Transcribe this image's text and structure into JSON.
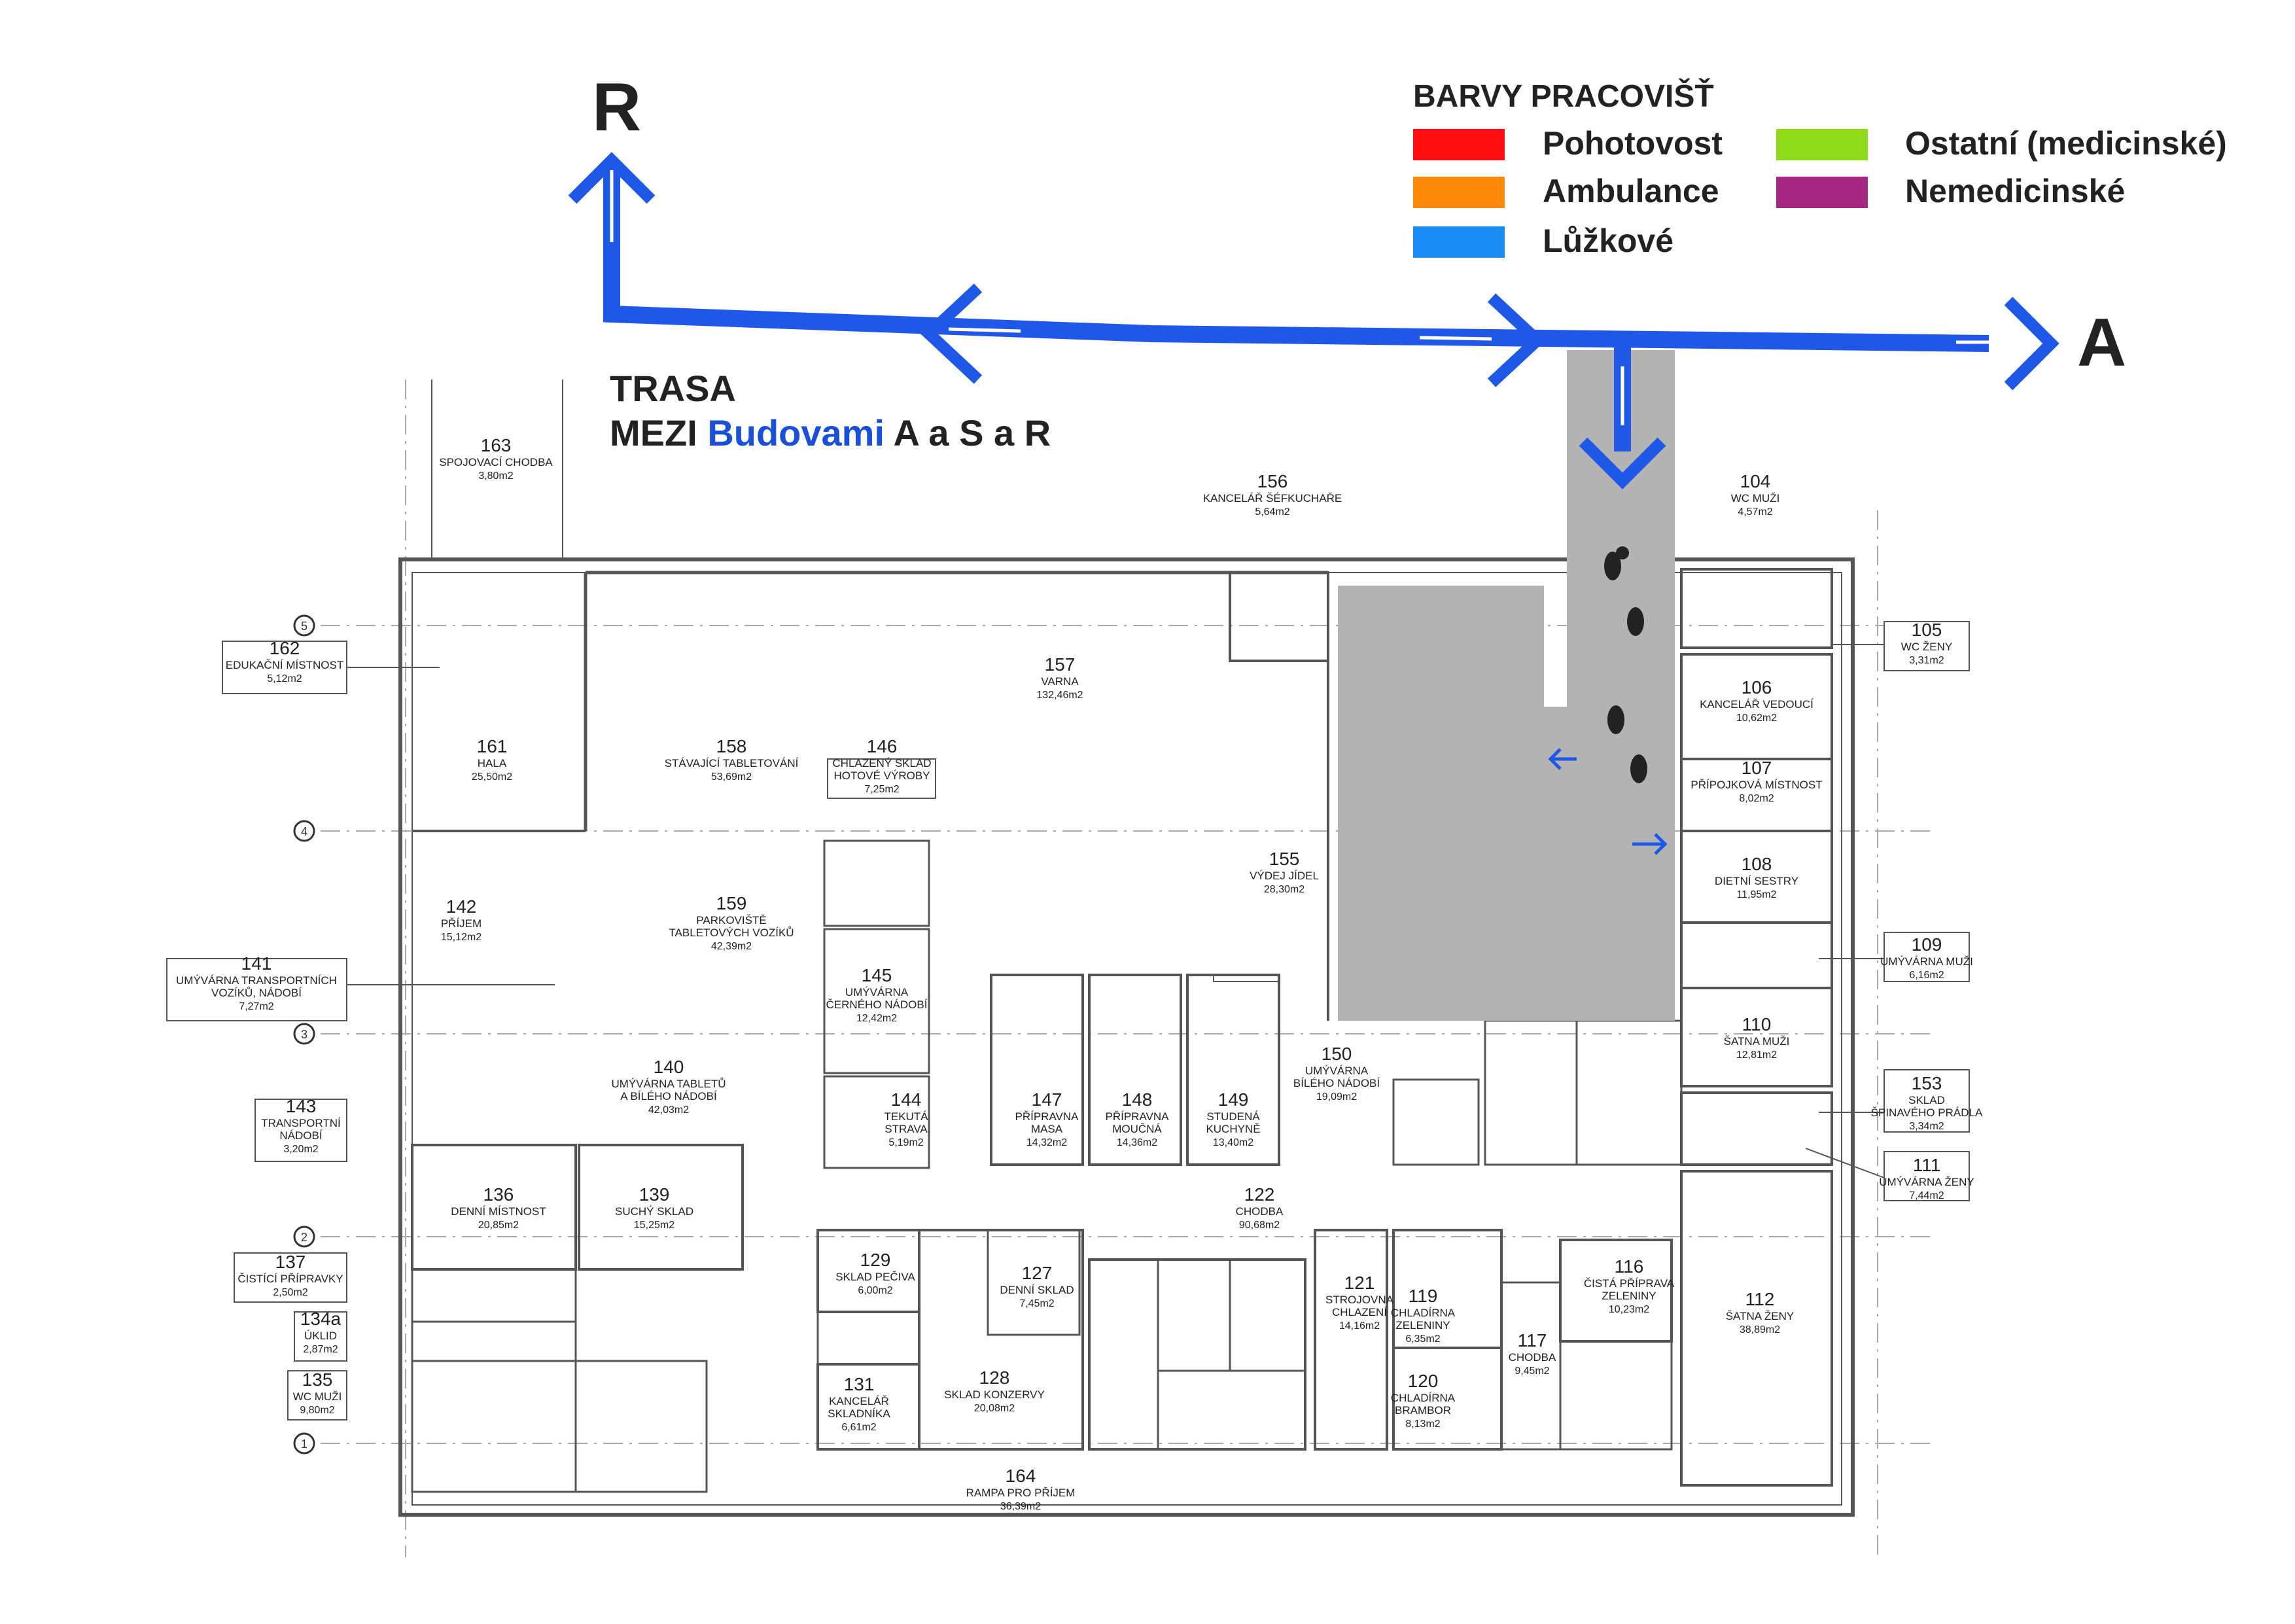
{
  "colors": {
    "route": "#1f57e6",
    "corridor": "#b3b3b3",
    "pohotovost": "#ff0f0f",
    "ambulance": "#ff8a0a",
    "luzkove": "#1b8ef5",
    "ostatni": "#8fdb1a",
    "nemedicinske": "#a3267f"
  },
  "legend": {
    "title": "BARVY PRACOVIŠŤ",
    "items": [
      {
        "label": "Pohotovost",
        "color": "#ff0f0f",
        "icon": "color-swatch"
      },
      {
        "label": "Ambulance",
        "color": "#ff8a0a",
        "icon": "color-swatch"
      },
      {
        "label": "Lůžkové",
        "color": "#1b8ef5",
        "icon": "color-swatch"
      },
      {
        "label": "Ostatní (medicinské)",
        "color": "#8fdb1a",
        "icon": "color-swatch"
      },
      {
        "label": "Nemedicinské",
        "color": "#a3267f",
        "icon": "color-swatch"
      }
    ]
  },
  "route": {
    "label_r": "R",
    "label_a": "A",
    "title_line1": "TRASA",
    "title_line2_a": "MEZI ",
    "title_line2_b": "Budovami",
    "title_line2_c": " A a S a R"
  },
  "grid_axes": [
    "5",
    "4",
    "3",
    "2",
    "1"
  ],
  "rooms": [
    {
      "id": "163",
      "name": "SPOJOVACÍ CHODBA",
      "area": "3,80m2"
    },
    {
      "id": "156",
      "name": "KANCELÁŘ ŠÉFKUCHAŘE",
      "area": "5,64m2"
    },
    {
      "id": "104",
      "name": "WC MUŽI",
      "area": "4,57m2"
    },
    {
      "id": "105",
      "name": "WC ŽENY",
      "area": "3,31m2"
    },
    {
      "id": "162",
      "name": "EDUKAČNÍ MÍSTNOST",
      "area": "5,12m2"
    },
    {
      "id": "157",
      "name": "VARNA",
      "area": "132,46m2"
    },
    {
      "id": "106",
      "name": "KANCELÁŘ VEDOUCÍ",
      "area": "10,62m2"
    },
    {
      "id": "161",
      "name": "HALA",
      "area": "25,50m2"
    },
    {
      "id": "158",
      "name": "STÁVAJÍCÍ TABLETOVÁNÍ",
      "area": "53,69m2"
    },
    {
      "id": "146",
      "name": "CHLAZENÝ SKLAD HOTOVÉ VÝROBY",
      "area": "7,25m2"
    },
    {
      "id": "107",
      "name": "PŘÍPOJKOVÁ MÍSTNOST",
      "area": "8,02m2"
    },
    {
      "id": "155",
      "name": "VÝDEJ JÍDEL",
      "area": "28,30m2"
    },
    {
      "id": "108",
      "name": "DIETNÍ SESTRY",
      "area": "11,95m2"
    },
    {
      "id": "142",
      "name": "PŘÍJEM",
      "area": "15,12m2"
    },
    {
      "id": "159",
      "name": "PARKOVIŠTĚ TABLETOVÝCH VOZÍKŮ",
      "area": "42,39m2"
    },
    {
      "id": "109",
      "name": "UMÝVÁRNA MUŽI",
      "area": "6,16m2"
    },
    {
      "id": "141",
      "name": "UMÝVÁRNA TRANSPORTNÍCH VOZÍKŮ, NÁDOBÍ",
      "area": "7,27m2"
    },
    {
      "id": "145",
      "name": "UMÝVÁRNA ČERNÉHO NÁDOBÍ",
      "area": "12,42m2"
    },
    {
      "id": "110",
      "name": "ŠATNA MUŽI",
      "area": "12,81m2"
    },
    {
      "id": "140",
      "name": "UMÝVÁRNA TABLETŮ A BÍLÉHO NÁDOBÍ",
      "area": "42,03m2"
    },
    {
      "id": "150",
      "name": "UMÝVÁRNA BÍLÉHO NÁDOBÍ",
      "area": "19,09m2"
    },
    {
      "id": "153",
      "name": "SKLAD ŠPINAVÉHO PRÁDLA",
      "area": "3,34m2"
    },
    {
      "id": "143",
      "name": "TRANSPORTNÍ NÁDOBÍ",
      "area": "3,20m2"
    },
    {
      "id": "144",
      "name": "TEKUTÁ STRAVA",
      "area": "5,19m2"
    },
    {
      "id": "147",
      "name": "PŘÍPRAVNA MASA",
      "area": "14,32m2"
    },
    {
      "id": "148",
      "name": "PŘÍPRAVNA MOUČNÁ",
      "area": "14,36m2"
    },
    {
      "id": "149",
      "name": "STUDENÁ KUCHYNĚ",
      "area": "13,40m2"
    },
    {
      "id": "111",
      "name": "UMÝVÁRNA ŽENY",
      "area": "7,44m2"
    },
    {
      "id": "136",
      "name": "DENNÍ MÍSTNOST",
      "area": "20,85m2"
    },
    {
      "id": "139",
      "name": "SUCHÝ SKLAD",
      "area": "15,25m2"
    },
    {
      "id": "122",
      "name": "CHODBA",
      "area": "90,68m2"
    },
    {
      "id": "137",
      "name": "ČISTÍCÍ PŘÍPRAVKY",
      "area": "2,50m2"
    },
    {
      "id": "129",
      "name": "SKLAD PEČIVA",
      "area": "6,00m2"
    },
    {
      "id": "127",
      "name": "DENNÍ SKLAD",
      "area": "7,45m2"
    },
    {
      "id": "121",
      "name": "STROJOVNA CHLAZENÍ",
      "area": "14,16m2"
    },
    {
      "id": "119",
      "name": "CHLADÍRNA ZELENINY",
      "area": "6,35m2"
    },
    {
      "id": "116",
      "name": "ČISTÁ PŘÍPRAVA ZELENINY",
      "area": "10,23m2"
    },
    {
      "id": "112",
      "name": "ŠATNA ŽENY",
      "area": "38,89m2"
    },
    {
      "id": "134a",
      "name": "ÚKLID",
      "area": "2,87m2"
    },
    {
      "id": "117",
      "name": "CHODBA",
      "area": "9,45m2"
    },
    {
      "id": "135",
      "name": "WC MUŽI",
      "area": "9,80m2"
    },
    {
      "id": "131",
      "name": "KANCELÁŘ SKLADNÍKA",
      "area": "6,61m2"
    },
    {
      "id": "128",
      "name": "SKLAD KONZERVY",
      "area": "20,08m2"
    },
    {
      "id": "120",
      "name": "CHLADÍRNA BRAMBOR",
      "area": "8,13m2"
    },
    {
      "id": "164",
      "name": "RAMPA PRO PŘÍJEM",
      "area": "36,39m2"
    }
  ]
}
